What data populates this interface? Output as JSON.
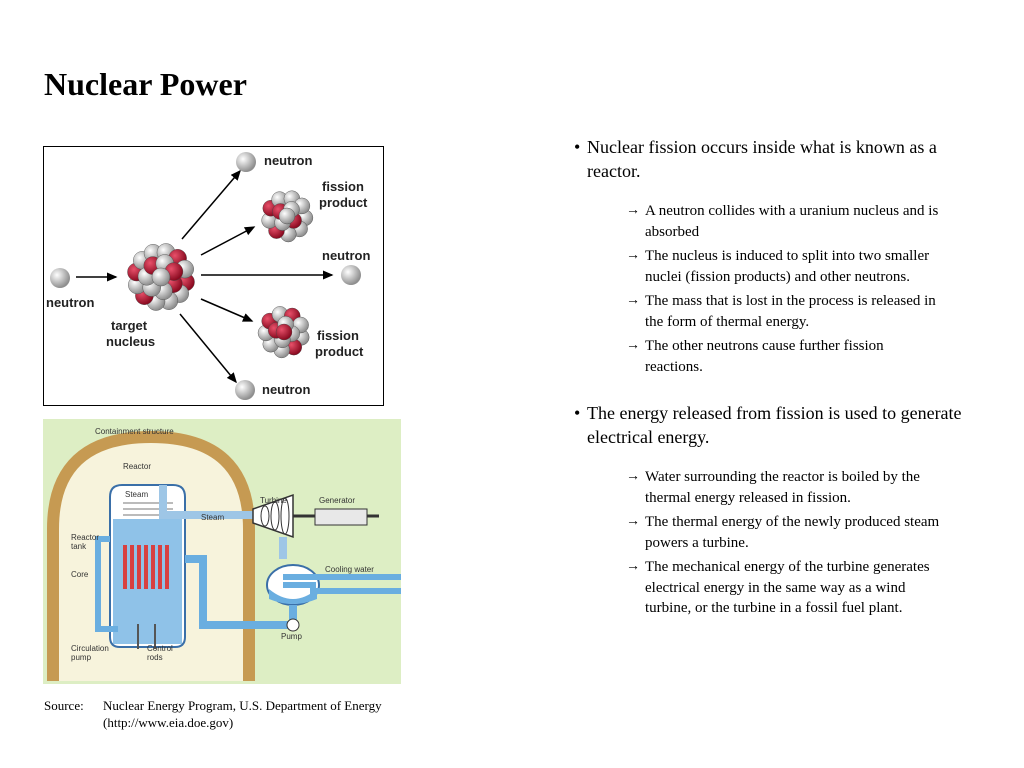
{
  "slide": {
    "title": "Nuclear Power"
  },
  "fission_diagram": {
    "labels": {
      "neutron_top": "neutron",
      "fission_product_top_1": "fission",
      "fission_product_top_2": "product",
      "neutron_right": "neutron",
      "neutron_left": "neutron",
      "target_1": "target",
      "target_2": "nucleus",
      "fission_product_bottom_1": "fission",
      "fission_product_bottom_2": "product",
      "neutron_bottom": "neutron"
    },
    "colors": {
      "nucleon_red": "#b0102c",
      "nucleon_gray": "#c8c8c8"
    }
  },
  "reactor_diagram": {
    "labels": {
      "containment": "Containment structure",
      "reactor": "Reactor",
      "steam_inside": "Steam",
      "turbine": "Turbine",
      "generator": "Generator",
      "steam_pipe": "Steam",
      "reactor_tank_1": "Reactor",
      "reactor_tank_2": "tank",
      "core": "Core",
      "cooling_water": "Cooling water",
      "pump": "Pump",
      "circulation_1": "Circulation",
      "circulation_2": "pump",
      "control_1": "Control",
      "control_2": "rods"
    },
    "colors": {
      "background": "#ddeec4",
      "containment": "#c69a52",
      "water": "#6aaee0",
      "core": "#d84040"
    }
  },
  "source": {
    "label": "Source:",
    "line1": "Nuclear Energy Program, U.S. Department of Energy",
    "line2": "(http://www.eia.doe.gov)"
  },
  "bullets": [
    {
      "dot": "•",
      "text": "Nuclear fission occurs inside what is known as a reactor.",
      "subs": [
        "A neutron collides with a uranium nucleus and is absorbed",
        "The nucleus is induced to split into two smaller nuclei (fission products) and other neutrons.",
        "The mass that is lost in the process is released in the form of thermal energy.",
        "The other neutrons cause further fission reactions."
      ]
    },
    {
      "dot": "•",
      "text": "The energy released from fission is used to generate electrical energy.",
      "subs": [
        "Water surrounding the reactor is boiled by the thermal energy released in fission.",
        "The thermal energy of the newly produced steam powers a turbine.",
        "The mechanical energy of the turbine generates electrical energy in the same way as a wind turbine, or the turbine in a fossil fuel plant."
      ]
    }
  ],
  "arrow_glyph": "→"
}
